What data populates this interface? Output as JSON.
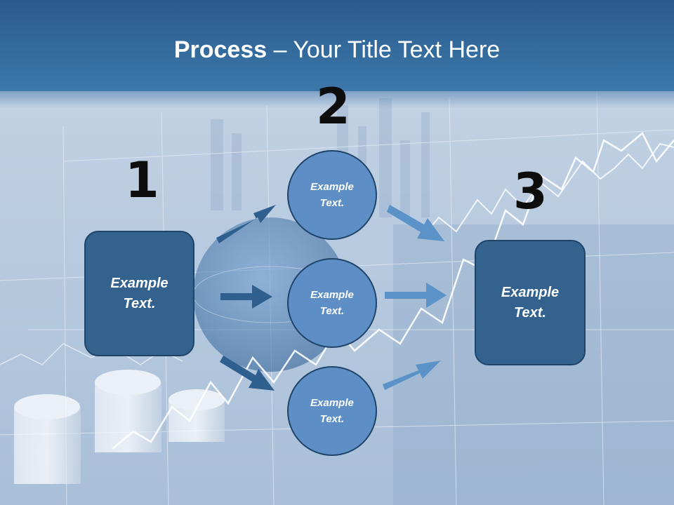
{
  "slide": {
    "title_bold": "Process",
    "title_rest": " – Your Title Text Here",
    "step_numbers": [
      "1",
      "2",
      "3"
    ],
    "left_box": "Example\nText.",
    "circles": [
      "Example\nText.",
      "Example\nText.",
      "Example\nText."
    ],
    "right_box": "Example\nText."
  },
  "colors": {
    "title_band": "#356c9e",
    "box_fill": "#33628f",
    "circle_fill": "#5d8fc6",
    "left_arrow": "#2f5f8f",
    "right_arrow": "#5b93c9",
    "number_text": "#0d0d0d"
  }
}
